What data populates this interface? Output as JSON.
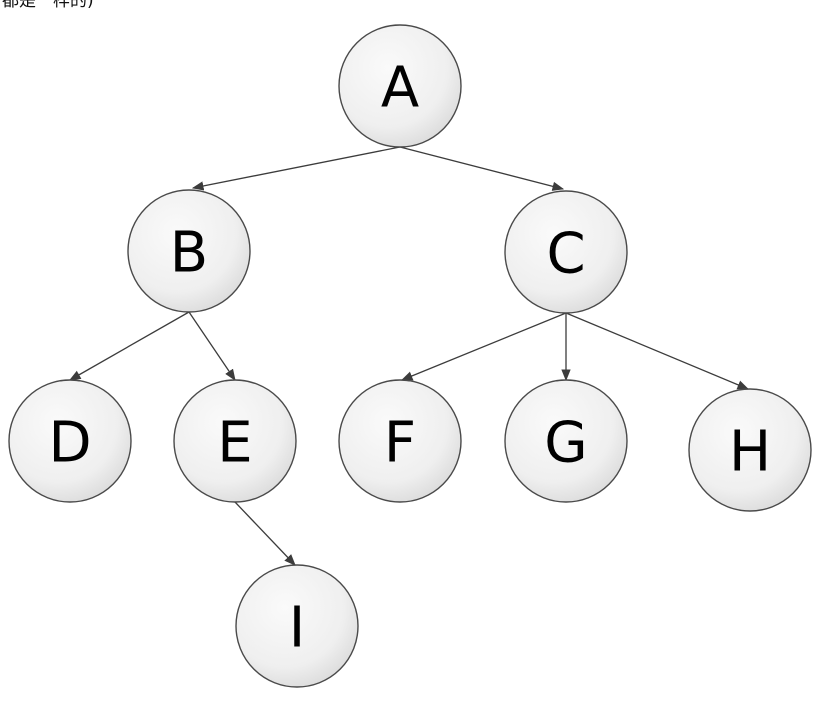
{
  "header": {
    "fragment_text": "都是一样的)"
  },
  "tree": {
    "nodes": [
      {
        "id": "A",
        "label": "A"
      },
      {
        "id": "B",
        "label": "B"
      },
      {
        "id": "C",
        "label": "C"
      },
      {
        "id": "D",
        "label": "D"
      },
      {
        "id": "E",
        "label": "E"
      },
      {
        "id": "F",
        "label": "F"
      },
      {
        "id": "G",
        "label": "G"
      },
      {
        "id": "H",
        "label": "H"
      },
      {
        "id": "I",
        "label": "I"
      }
    ],
    "edges": [
      {
        "from": "A",
        "to": "B"
      },
      {
        "from": "A",
        "to": "C"
      },
      {
        "from": "B",
        "to": "D"
      },
      {
        "from": "B",
        "to": "E"
      },
      {
        "from": "C",
        "to": "F"
      },
      {
        "from": "C",
        "to": "G"
      },
      {
        "from": "C",
        "to": "H"
      },
      {
        "from": "E",
        "to": "I"
      }
    ],
    "colors": {
      "node_fill_light": "#f8f8f8",
      "node_fill_dark": "#dcdcdc",
      "node_stroke": "#4a4a4a",
      "edge": "#3c3c3c",
      "label": "#000000"
    }
  }
}
